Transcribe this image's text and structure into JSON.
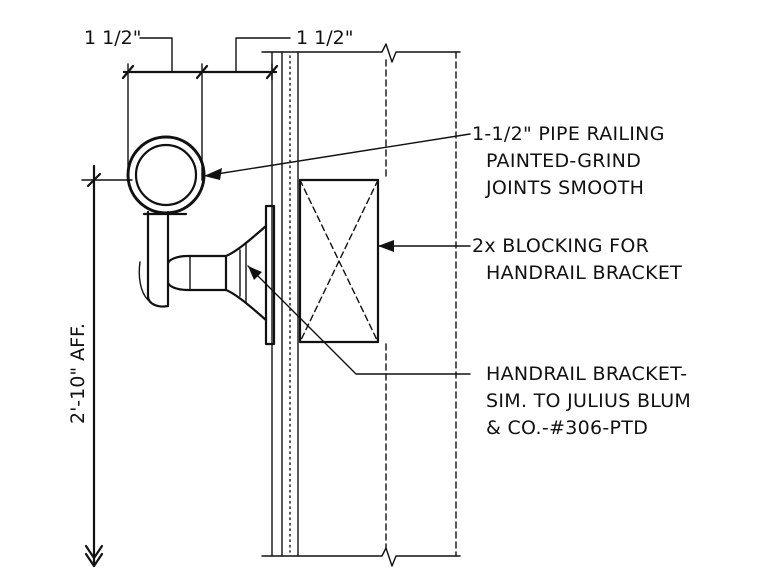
{
  "dimensions": {
    "left_width": "1 1/2\"",
    "right_width": "1 1/2\"",
    "height": "2'-10\" AFF."
  },
  "callouts": {
    "pipe_railing": {
      "lines": [
        "1-1/2\" PIPE RAILING",
        "PAINTED-GRIND",
        "JOINTS SMOOTH"
      ]
    },
    "blocking": {
      "lines": [
        "2x BLOCKING FOR",
        "HANDRAIL BRACKET"
      ]
    },
    "bracket": {
      "lines": [
        "HANDRAIL BRACKET-",
        "SIM. TO JULIUS BLUM",
        "& CO.-#306-PTD"
      ]
    }
  }
}
